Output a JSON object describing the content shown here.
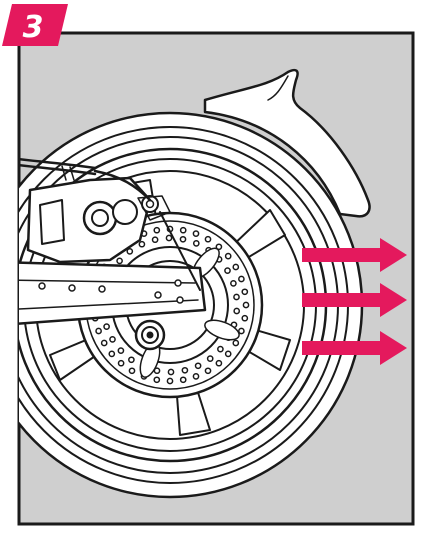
{
  "step": {
    "number": "3"
  },
  "colors": {
    "panel_bg": "#cfcfcf",
    "accent": "#e4195d",
    "line": "#1a1a1a",
    "fill": "#ffffff"
  },
  "icons": {
    "badge": "step-number-badge",
    "wheel": "rear-wheel-illustration",
    "arrows": "push-direction-arrows"
  }
}
